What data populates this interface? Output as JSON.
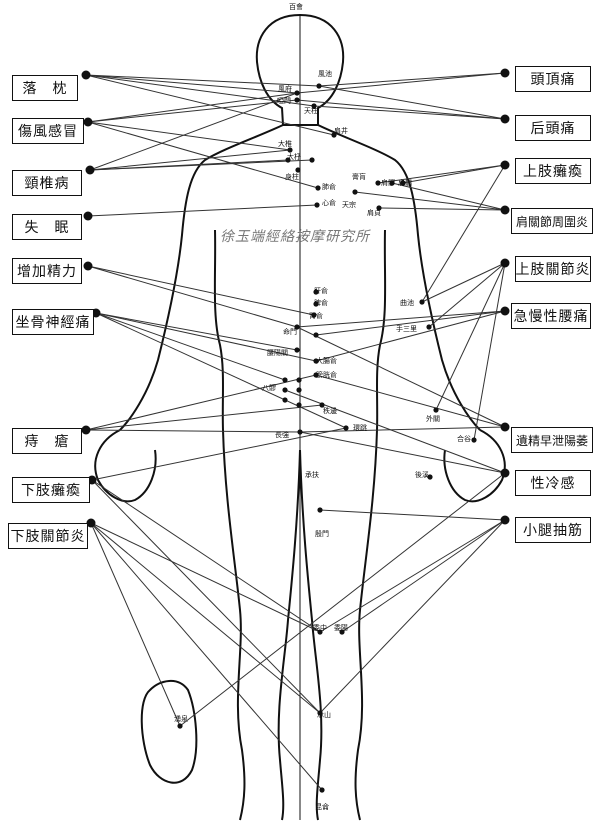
{
  "labels_left": [
    "落　枕",
    "傷風感冒",
    "頸椎病",
    "失　眠",
    "增加精力",
    "坐骨神經痛",
    "痔　瘡",
    "下肢癱瘓",
    "下肢關節炎"
  ],
  "labels_right": [
    "頭頂痛",
    "后頭痛",
    "上肢癱瘓",
    "肩關節周圍炎",
    "上肢關節炎",
    "急慢性腰痛",
    "遺精早泄陽萎",
    "性冷感",
    "小腿抽筋"
  ],
  "points": {
    "baihui": "百會",
    "fengchi": "風池",
    "fengfu": "風府",
    "yamen": "啞門",
    "tianzhu": "天柱",
    "jianjing": "肩井",
    "dazhui": "大椎",
    "dazhu": "大杼",
    "shenzhu": "身柱",
    "feishu": "肺俞",
    "xinshu": "心俞",
    "tianzong": "天宗",
    "gaohuang": "膏肓",
    "jianliao": "肩髎",
    "jianyu": "肩髃",
    "jianzhen": "肩貞",
    "quchi": "曲池",
    "shousanli": "手三里",
    "ganshu": "肝俞",
    "pishu": "脾俞",
    "shenshu": "腎俞",
    "mingmen": "命門",
    "yaoyangguan": "腰陽關",
    "dachangshu": "大腸俞",
    "pangguangshu": "膀胱俞",
    "baliao": "八髎",
    "zhibian": "秩邊",
    "huantiao": "環跳",
    "changqiang": "長強",
    "chengfu": "承扶",
    "waiguan": "外關",
    "hegu": "合谷",
    "houxi": "後溪",
    "yinmen": "殷門",
    "weizhong": "委中",
    "weiyang": "委陽",
    "chengshan": "承山",
    "kunlun": "昆侖",
    "yongquan": "湧泉"
  },
  "watermark": "徐玉端經絡按摩研究所"
}
